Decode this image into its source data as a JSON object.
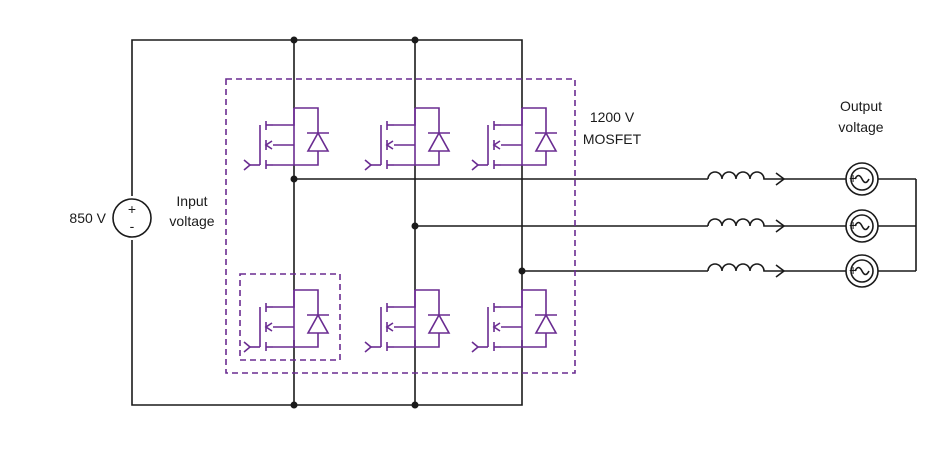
{
  "source": {
    "value_label": "850 V",
    "plus_sign": "+",
    "minus_sign": "-"
  },
  "input_label": {
    "line1": "Input",
    "line2": "voltage"
  },
  "device_label": {
    "line1": "1200 V",
    "line2": "MOSFET"
  },
  "output_label": {
    "line1": "Output",
    "line2": "voltage"
  },
  "colors": {
    "wire": "#1a1a1a",
    "device": "#6a2c91"
  },
  "icons": [
    "dc-voltage-source-icon",
    "mosfet-icon",
    "diode-icon",
    "inductor-icon",
    "ac-source-icon"
  ]
}
